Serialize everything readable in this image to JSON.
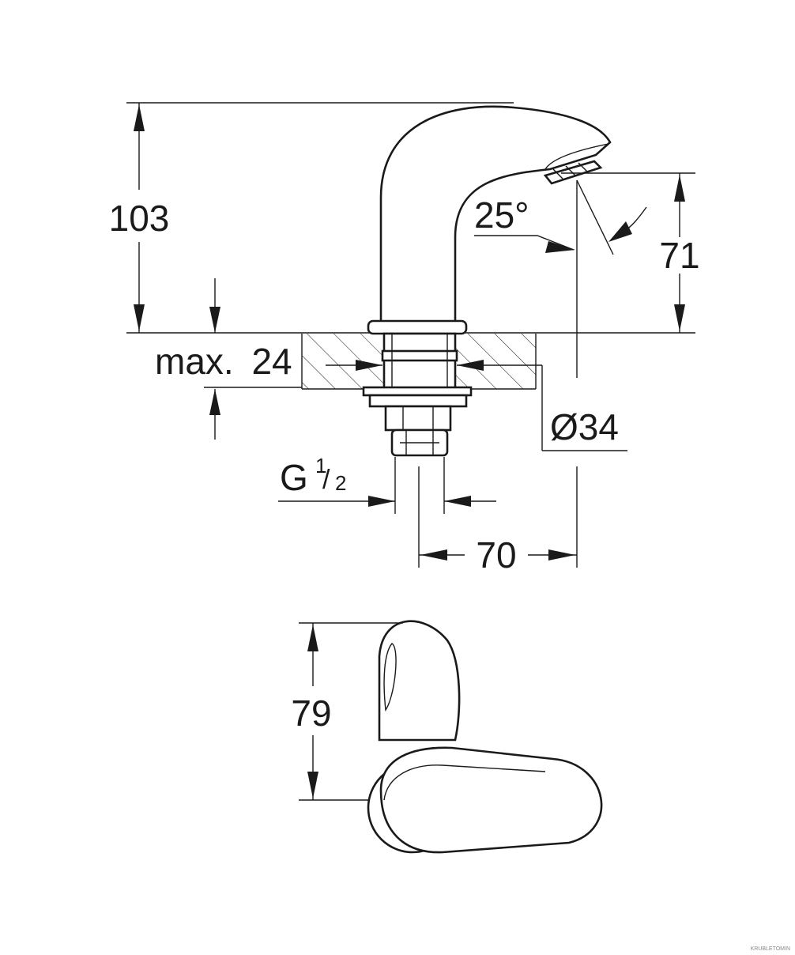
{
  "dimensions": {
    "total_height": "103",
    "spout_height": "71",
    "max_thickness_prefix": "max.",
    "max_thickness_value": "24",
    "spout_angle": "25°",
    "hole_diameter": "Ø34",
    "thread_letter": "G",
    "thread_num": "1",
    "thread_den": "2",
    "projection": "70",
    "top_depth": "79"
  },
  "watermark": "KRUBLETOMIN"
}
